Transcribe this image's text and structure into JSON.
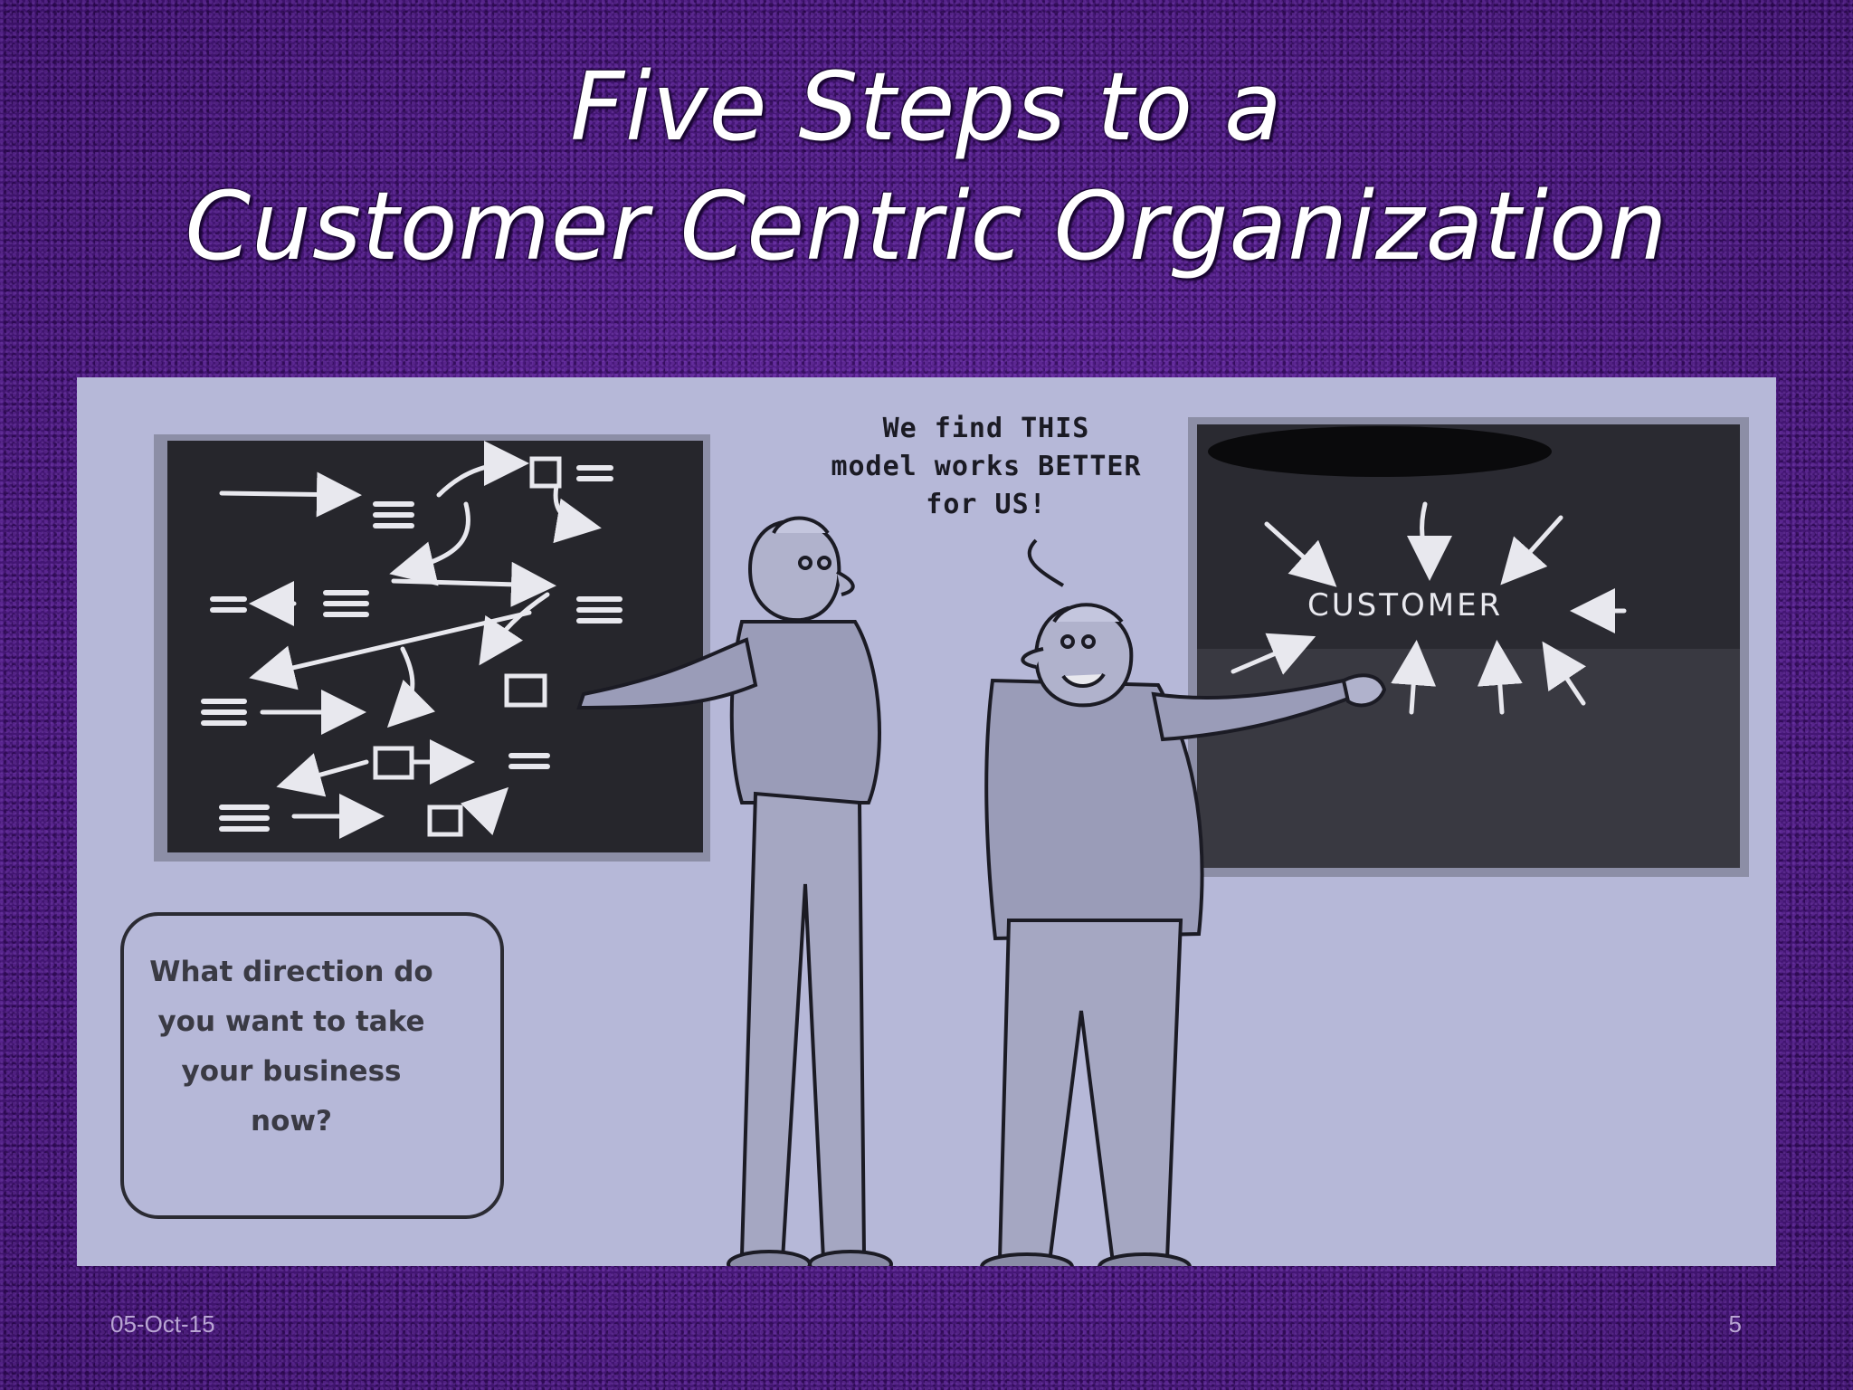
{
  "slide": {
    "title_lines": [
      "Five Steps to a",
      "Customer Centric Organization"
    ],
    "footer_date": "05-Oct-15",
    "page_number": "5"
  },
  "cartoon": {
    "speech": [
      "We find THIS",
      "model works BETTER",
      "for US!"
    ],
    "board_word": "CUSTOMER",
    "callout": [
      "What direction do",
      "you want to take",
      "your business",
      "now?"
    ]
  },
  "colors": {
    "background": "#4f1a86",
    "title": "#ffffff",
    "cartoon_bg": "#b6b8d8",
    "board": "#26262c"
  }
}
